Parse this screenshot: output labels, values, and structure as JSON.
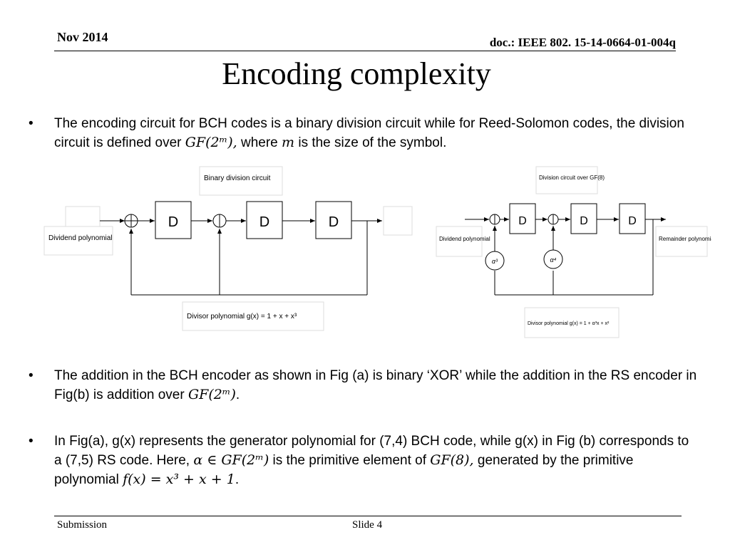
{
  "header": {
    "date": "Nov 2014",
    "doc_id": "doc.: IEEE 802. 15-14-0664-01-004q"
  },
  "title": "Encoding complexity",
  "bullets": [
    {
      "marker": "•",
      "text_a": "The encoding circuit for BCH codes is a binary division circuit while for Reed-Solomon codes, the division circuit is defined over ",
      "math_a": "GF(2ᵐ),",
      "text_b": " where ",
      "math_b": "m",
      "text_c": " is the size of the symbol."
    },
    {
      "marker": "•",
      "text_a": " The addition in the BCH encoder as shown in Fig (a) is binary ‘XOR’ while the addition in the RS encoder in Fig(b) is addition over ",
      "math_a": "GF(2ᵐ)",
      "text_b": "."
    },
    {
      "marker": "•",
      "text_a": "In Fig(a), g(x) represents the generator polynomial for (7,4) BCH code, while g(x) in Fig (b) corresponds to a (7,5) RS code. Here, ",
      "math_a": "α ∈ GF(2ᵐ)",
      "text_b": " is the primitive element of ",
      "math_b": "GF(8),",
      "text_c": " generated by the primitive polynomial ",
      "math_c": "f(x) = x³ + x + 1",
      "text_d": "."
    }
  ],
  "fig_a": {
    "caption": "Binary division circuit",
    "input_label": "Dividend polynomial",
    "divisor_label": "Divisor polynomial g(x) = 1 + x + x³",
    "register_labels": [
      "D",
      "D",
      "D"
    ]
  },
  "fig_b": {
    "caption": "Division circuit over GF(8)",
    "input_label": "Dividend polynomial",
    "output_label": "Remainder polynomial",
    "divisor_label": "Divisor polynomial g(x) = 1 + α³x + x²",
    "register_labels": [
      "D",
      "D",
      "D"
    ],
    "multiplier_labels": [
      "α³",
      "α⁴"
    ]
  },
  "footer": {
    "submission": "Submission",
    "slide": "Slide 4"
  }
}
